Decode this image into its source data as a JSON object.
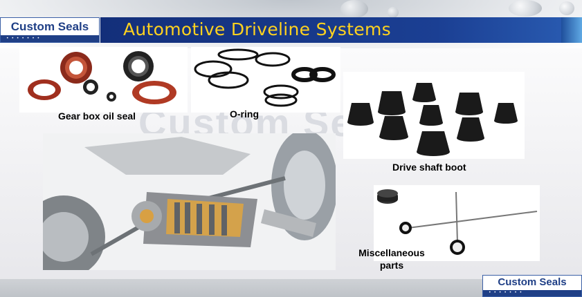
{
  "slide": {
    "title": "Automotive Driveline Systems",
    "colors": {
      "title_bar": "#1b3f93",
      "title_text": "#ffd21f",
      "logo_text": "#1f3f86"
    }
  },
  "logo": {
    "text": "Custom Seals"
  },
  "watermark": {
    "text": "Custom Seals"
  },
  "products": [
    {
      "caption": "Gear box oil seal",
      "icon": "oil-seal-photo"
    },
    {
      "caption": "O-ring",
      "icon": "o-ring-photo"
    },
    {
      "caption": "Drive shaft boot",
      "icon": "drive-shaft-boot-photo"
    },
    {
      "caption": "Miscellaneous parts",
      "icon": "misc-parts-photo"
    }
  ],
  "main_image": {
    "icon": "driveline-cutaway-illustration"
  }
}
